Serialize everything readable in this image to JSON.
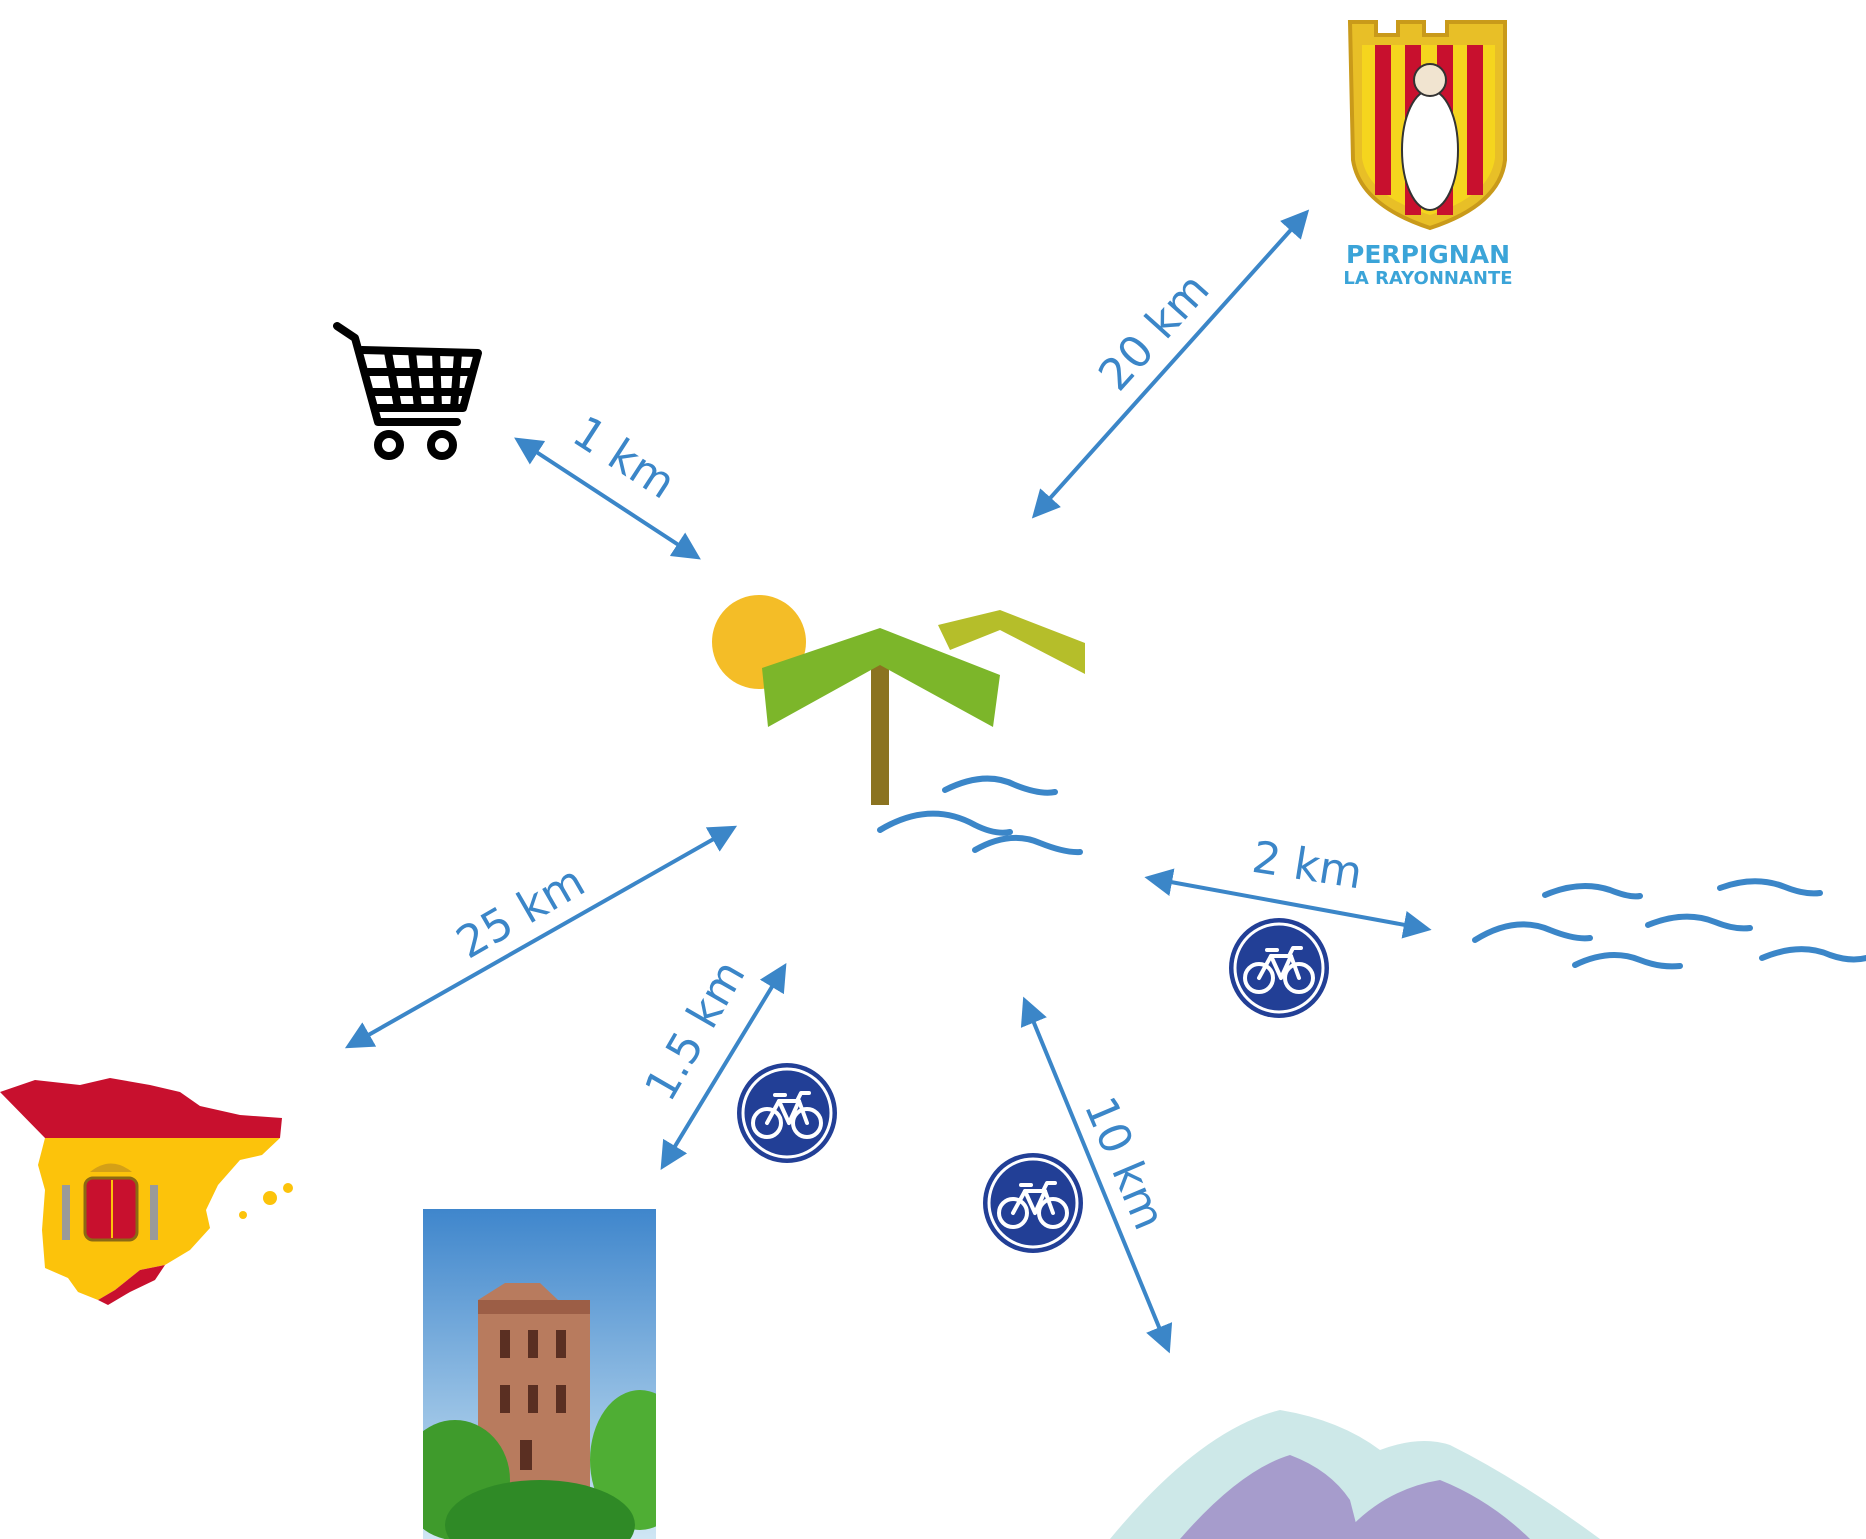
{
  "colors": {
    "arrow": "#3b86c8",
    "sun": "#f4bd27",
    "leaf_green": "#7cb62a",
    "leaf_olive": "#b5be2a",
    "trunk": "#8b7320",
    "water": "#3b86c8",
    "bike_sign": "#223f96",
    "spain_red": "#c8102e",
    "spain_yellow": "#fcc30b",
    "mountain_back": "#cde8e8",
    "mountain_front": "#a69ccc",
    "sky": "#4a90cf",
    "tower": "#b87b5e",
    "foliage": "#3f9b2c"
  },
  "hub": {
    "icon": "beach-campsite-logo-icon"
  },
  "destinations": [
    {
      "id": "shopping",
      "icon": "shopping-cart-icon",
      "distance": "1 km",
      "by_bike": false
    },
    {
      "id": "perpignan",
      "icon": "perpignan-coat-of-arms-icon",
      "distance": "20 km",
      "by_bike": false
    },
    {
      "id": "spain",
      "icon": "spain-map-icon",
      "distance": "25 km",
      "by_bike": false
    },
    {
      "id": "village",
      "icon": "bell-tower-photo",
      "distance": "1.5 km",
      "by_bike": true
    },
    {
      "id": "mountains",
      "icon": "mountains-icon",
      "distance": "10 km",
      "by_bike": true
    },
    {
      "id": "sea",
      "icon": "sea-waves-icon",
      "distance": "2 km",
      "by_bike": true
    }
  ],
  "perpignan_logo": {
    "line1": "PERPIGNAN",
    "line2": "LA RAYONNANTE"
  },
  "bike_sign_icon": "bicycle-route-sign-icon"
}
